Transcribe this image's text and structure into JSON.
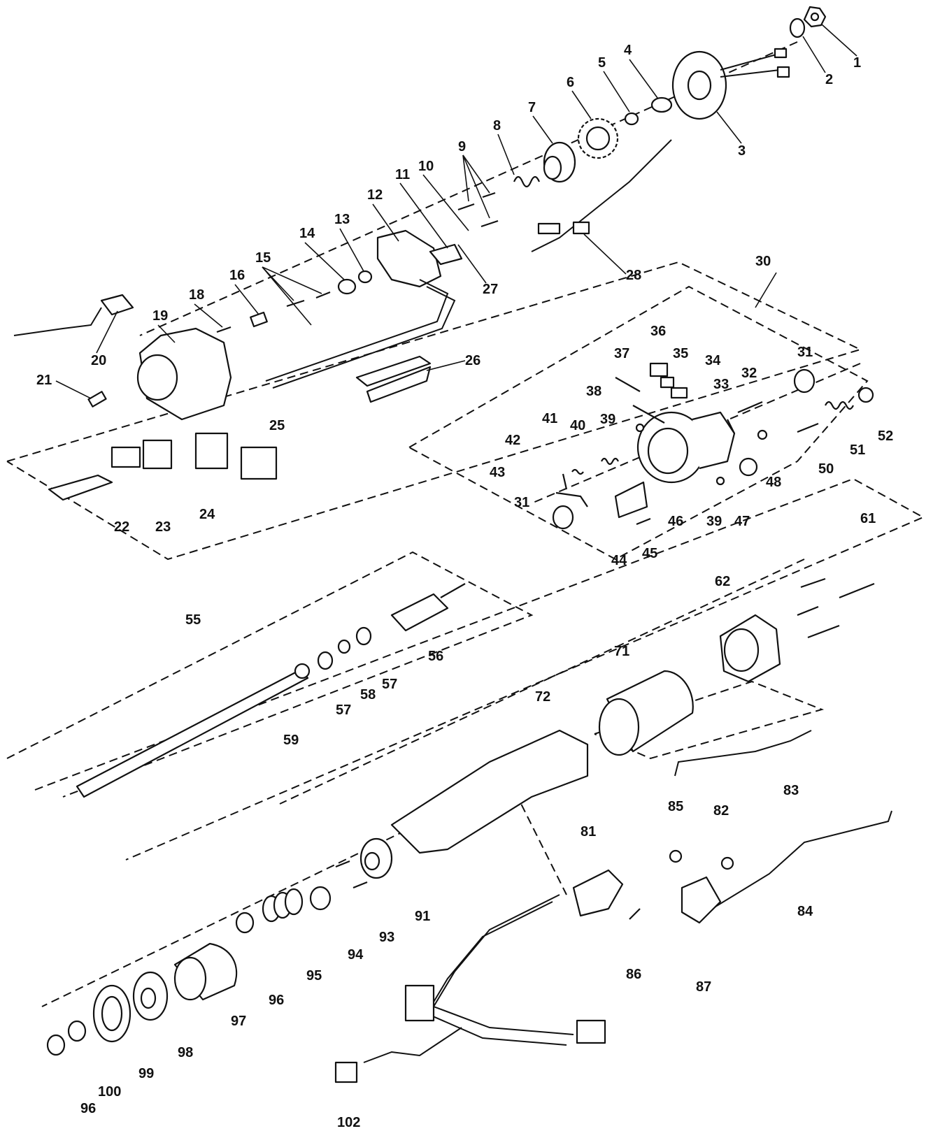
{
  "callouts": [
    "1",
    "2",
    "3",
    "4",
    "5",
    "6",
    "7",
    "8",
    "9",
    "10",
    "11",
    "12",
    "13",
    "14",
    "15",
    "16",
    "18",
    "19",
    "20",
    "21",
    "22",
    "23",
    "24",
    "25",
    "26",
    "27",
    "28",
    "30",
    "31",
    "31",
    "32",
    "33",
    "34",
    "35",
    "36",
    "37",
    "38",
    "39",
    "39",
    "40",
    "41",
    "42",
    "43",
    "44",
    "45",
    "46",
    "47",
    "48",
    "50",
    "51",
    "52",
    "55",
    "56",
    "57",
    "57",
    "58",
    "59",
    "61",
    "62",
    "71",
    "72",
    "81",
    "82",
    "83",
    "84",
    "85",
    "86",
    "87",
    "91",
    "93",
    "94",
    "95",
    "96",
    "96",
    "97",
    "98",
    "99",
    "100",
    "102"
  ]
}
